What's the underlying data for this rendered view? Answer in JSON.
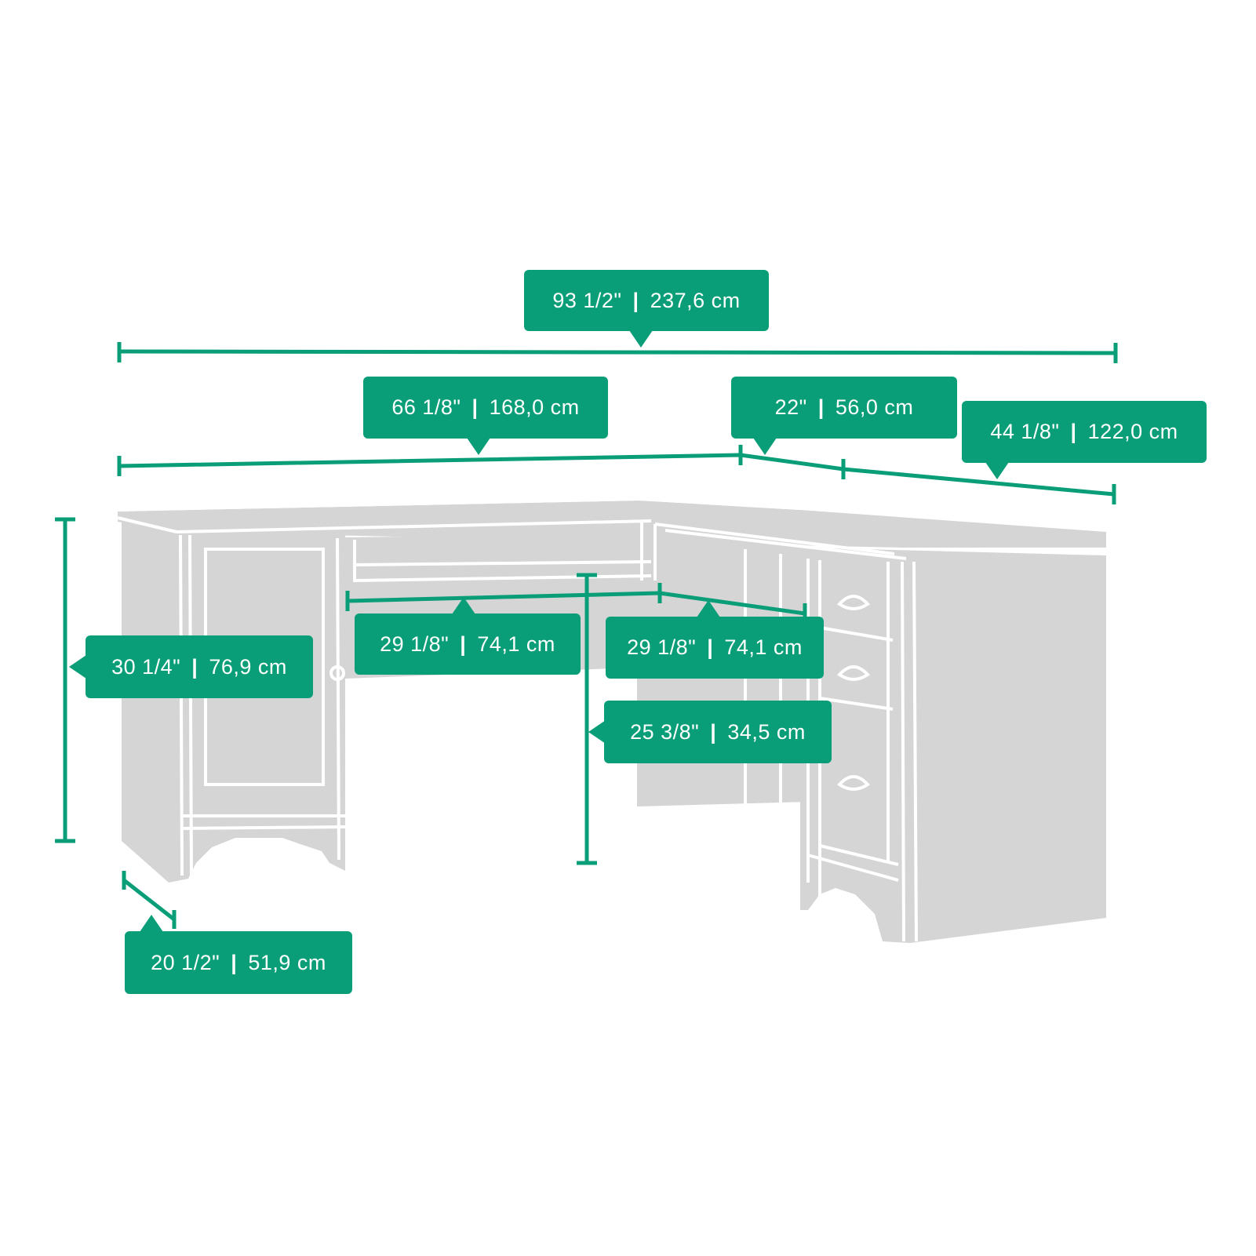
{
  "colors": {
    "accent": "#0a9e78",
    "furniture": "#d4d5d4",
    "furniture_line": "#ffffff"
  },
  "dimensions": {
    "overall_width": {
      "imperial": "93 1/2\"",
      "metric": "237,6 cm"
    },
    "main_width": {
      "imperial": "66 1/8\"",
      "metric": "168,0 cm"
    },
    "corner_width": {
      "imperial": "22\"",
      "metric": "56,0 cm"
    },
    "return_width": {
      "imperial": "44 1/8\"",
      "metric": "122,0 cm"
    },
    "height": {
      "imperial": "30 1/4\"",
      "metric": "76,9 cm"
    },
    "knee_width_left": {
      "imperial": "29 1/8\"",
      "metric": "74,1 cm"
    },
    "knee_width_right": {
      "imperial": "29 1/8\"",
      "metric": "74,1 cm"
    },
    "knee_height": {
      "imperial": "25 3/8\"",
      "metric": "34,5 cm"
    },
    "depth": {
      "imperial": "20 1/2\"",
      "metric": "51,9 cm"
    }
  }
}
